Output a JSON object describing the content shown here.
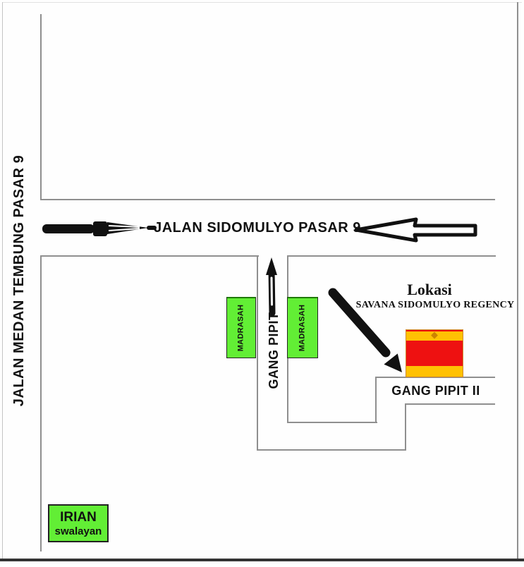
{
  "map": {
    "streets": {
      "left_vertical": "JALAN MEDAN TEMBUNG PASAR 9",
      "main_horizontal": "JALAN SIDOMULYO PASAR 9",
      "gang_pipit": "GANG PIPIT",
      "gang_pipit_ii": "GANG PIPIT II"
    },
    "location": {
      "title": "Lokasi",
      "subtitle": "SAVANA SIDOMULYO REGENCY"
    },
    "buildings": {
      "madrasah": "MADRASAH",
      "irian_line1": "IRIAN",
      "irian_line2": "swalayan"
    },
    "icons": {
      "arrow_east": "filled-pen-arrow-pointing-right",
      "arrow_west": "outlined-arrow-pointing-left",
      "arrow_north": "pen-arrow-pointing-up",
      "location_pointer": "thick-diagonal-arrow-to-location"
    },
    "colors": {
      "green": "#62ee35",
      "marker_red": "#ee1111",
      "band_orange": "#ffc103",
      "dot_orange": "#cc8400",
      "line_gray": "#8f8f8f",
      "ink": "#111111"
    }
  }
}
